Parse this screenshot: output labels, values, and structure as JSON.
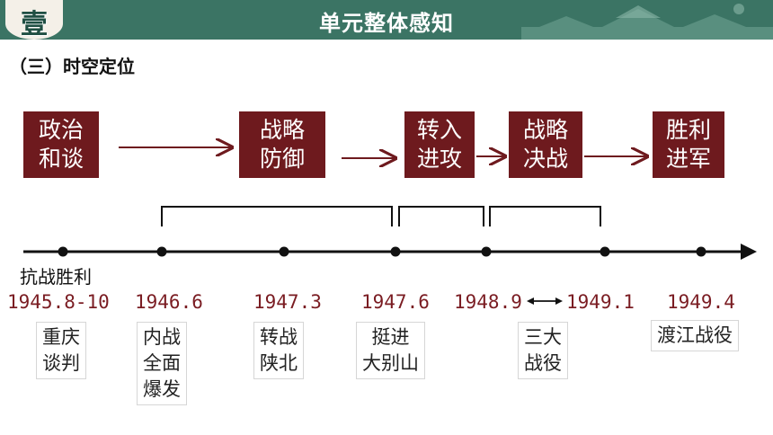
{
  "header": {
    "badge": "壹",
    "title": "单元整体感知"
  },
  "subtitle": "（三）时空定位",
  "phases": [
    {
      "label": "政治\n和谈"
    },
    {
      "label": "战略\n防御"
    },
    {
      "label": "转入\n进攻"
    },
    {
      "label": "战略\n决战"
    },
    {
      "label": "胜利\n进军"
    }
  ],
  "timeline": {
    "start_label": "抗战胜利",
    "years": [
      "1945.8-10",
      "1946.6",
      "1947.3",
      "1947.6",
      "1948.9",
      "1949.1",
      "1949.4"
    ],
    "events": [
      "重庆\n谈判",
      "内战\n全面\n爆发",
      "转战\n陕北",
      "挺进\n大别山",
      "三大\n战役",
      "渡江战役"
    ]
  },
  "colors": {
    "banner": "#3b7464",
    "phase_box": "#6e1a1e",
    "year_text": "#7a1c22"
  }
}
